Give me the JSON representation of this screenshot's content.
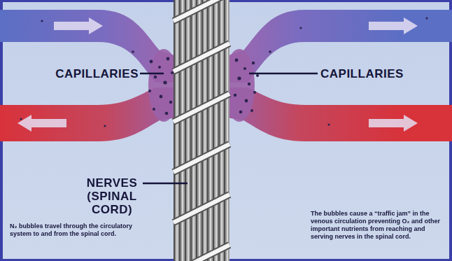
{
  "diagram": {
    "labels": [
      "CAPILLARIES",
      "CAPILLARIES",
      "NERVES (SPINAL CORD)",
      "N₂ bubbles travel through the circulatory system to and from the spinal cord.",
      "The bubbles cause a “traffic jam” in the venous circulation preventing O₂ and other important nutrients from reaching and serving nerves in the spinal cord."
    ]
  }
}
